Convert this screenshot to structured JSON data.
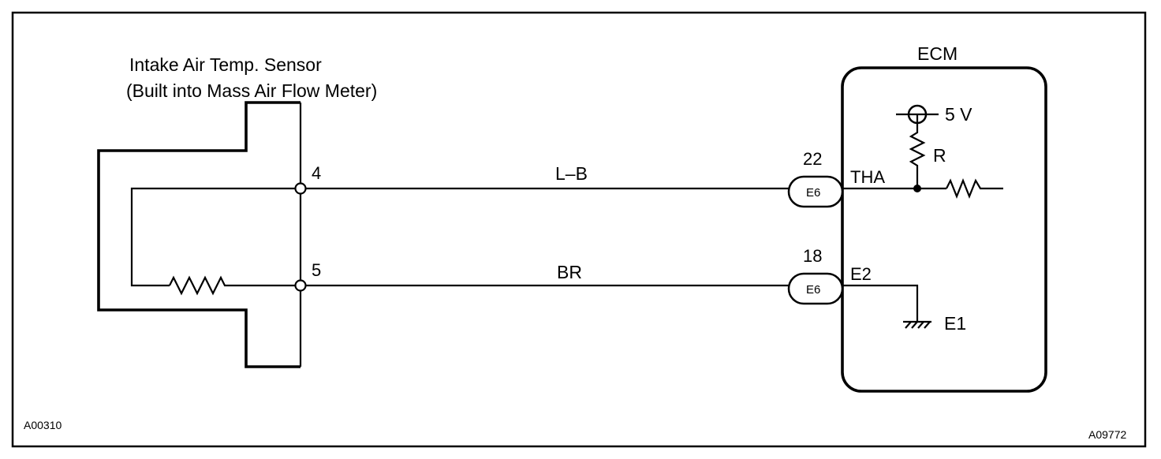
{
  "sensor": {
    "title_line1": "Intake Air Temp. Sensor",
    "title_line2": "(Built into Mass Air Flow Meter)",
    "pin_top": "4",
    "pin_bottom": "5"
  },
  "wires": {
    "top_color": "L–B",
    "bottom_color": "BR"
  },
  "ecm": {
    "title": "ECM",
    "connector_top_pin": "22",
    "connector_top_code": "E6",
    "connector_bottom_pin": "18",
    "connector_bottom_code": "E6",
    "terminal_top": "THA",
    "terminal_bottom": "E2",
    "supply_voltage": "5 V",
    "resistor_label": "R",
    "ground_label": "E1"
  },
  "refs": {
    "left": "A00310",
    "right": "A09772"
  }
}
